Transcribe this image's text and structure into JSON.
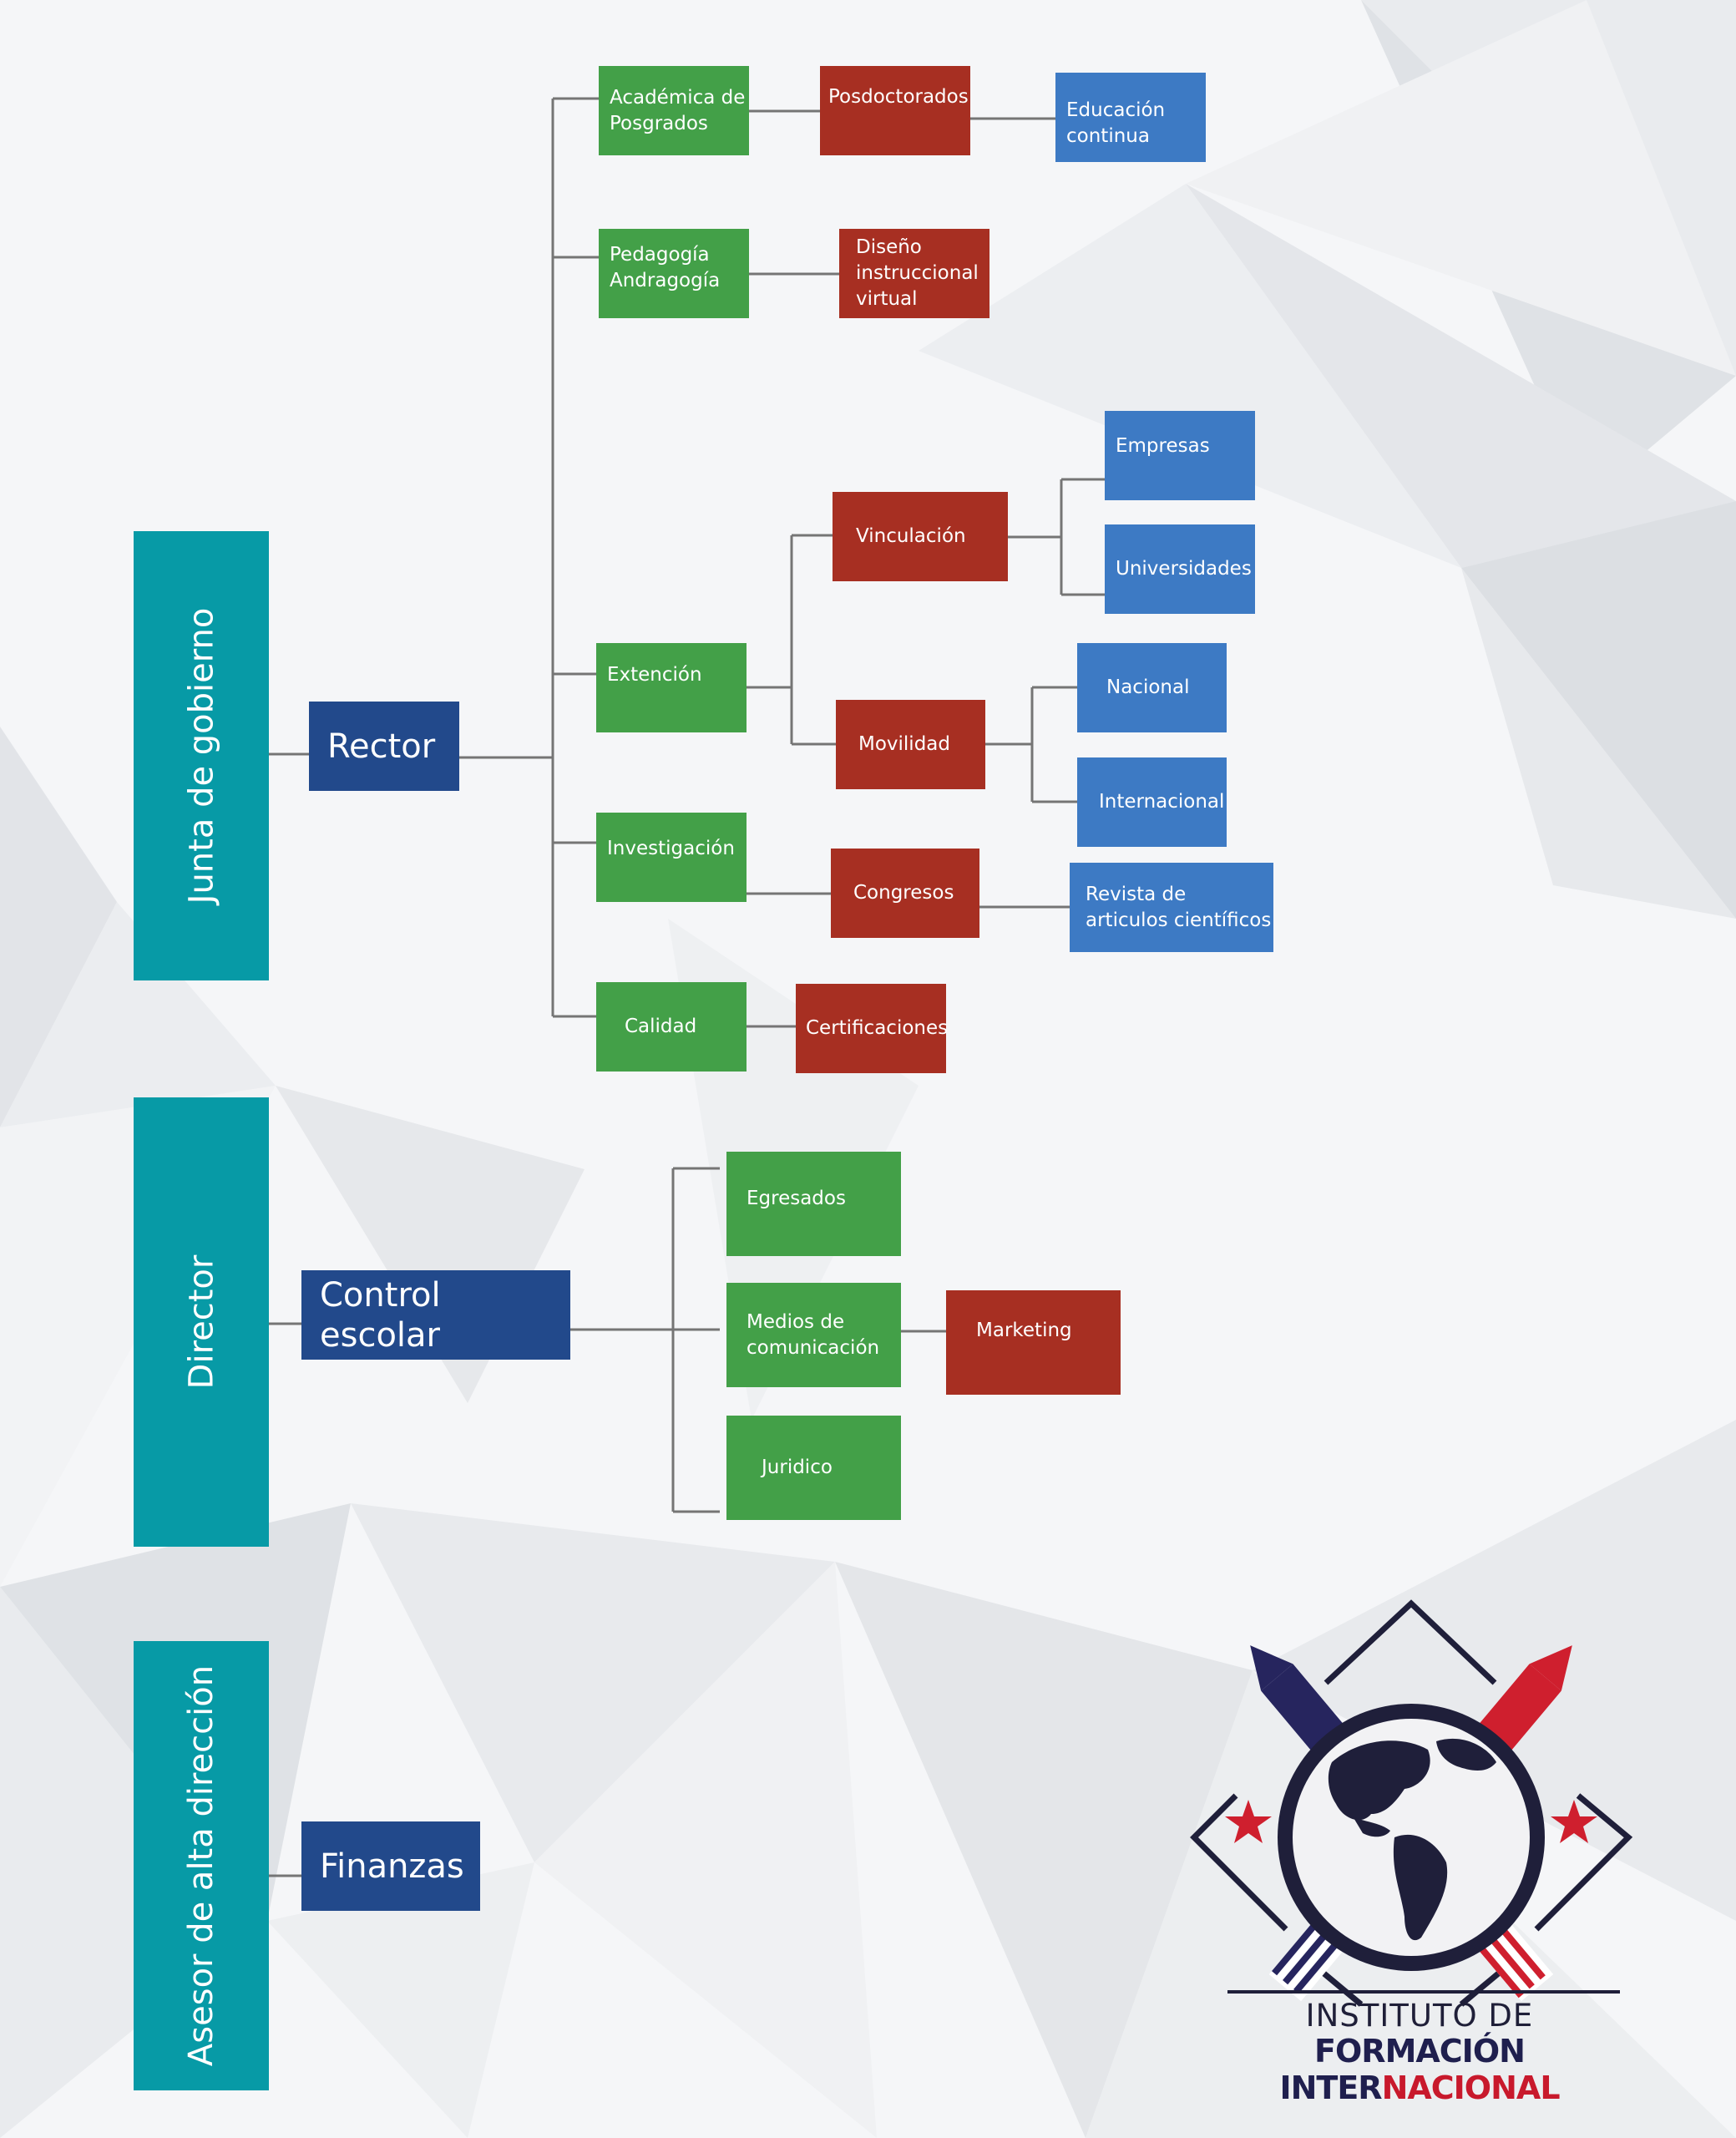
{
  "org_chart": {
    "bars": {
      "junta": "Junta de gobierno",
      "director": "Director",
      "asesor": "Asesor de alta dirección"
    },
    "main_nodes": {
      "rector": "Rector",
      "control_escolar": "Control escolar",
      "finanzas": "Finanzas"
    },
    "rector_branch": {
      "academica": [
        "Académica de",
        "Posgrados"
      ],
      "posdoctorados": "Posdoctorados",
      "educacion_continua": [
        "Educación",
        "continua"
      ],
      "pedagogia": [
        "Pedagogía",
        "Andragogía"
      ],
      "diseno": [
        "Diseño",
        "instruccional",
        "virtual"
      ],
      "extencion": "Extención",
      "vinculacion": "Vinculación",
      "empresas": "Empresas",
      "universidades": "Universidades",
      "movilidad": "Movilidad",
      "nacional": "Nacional",
      "internacional": "Internacional",
      "investigacion": "Investigación",
      "congresos": "Congresos",
      "revista": [
        "Revista de",
        "articulos científicos"
      ],
      "calidad": "Calidad",
      "certificaciones": "Certificaciones"
    },
    "control_branch": {
      "egresados": "Egresados",
      "medios": [
        "Medios de",
        "comunicación"
      ],
      "marketing": "Marketing",
      "juridico": "Juridico"
    }
  },
  "logo": {
    "line1": "INSTITUTO DE",
    "line2_dark": "FORMACIÓN INTER",
    "line2_red": "NACIONAL"
  },
  "colors": {
    "teal": "#079aa6",
    "navy": "#22498b",
    "green": "#43a048",
    "red": "#a72f22",
    "blue": "#3d7ac4",
    "connector": "#757575"
  }
}
